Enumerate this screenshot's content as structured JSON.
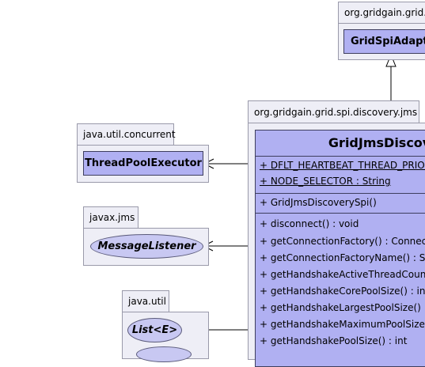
{
  "packages": {
    "top": "org.gridgain.grid.s",
    "discovery": "org.gridgain.grid.spi.discovery.jms",
    "concurrent": "java.util.concurrent",
    "jms": "javax.jms",
    "util": "java.util"
  },
  "classes": {
    "adapter": "GridSpiAdapte",
    "executor": "ThreadPoolExecutor",
    "listener": "MessageListener",
    "list": "List<E>"
  },
  "main": {
    "title": "GridJmsDiscove",
    "fields": [
      "+ DFLT_HEARTBEAT_THREAD_PRIOR",
      "+ NODE_SELECTOR : String"
    ],
    "constructors": [
      "+ GridJmsDiscoverySpi()"
    ],
    "methods": [
      "+ disconnect() : void",
      "+ getConnectionFactory() : Connectio",
      "+ getConnectionFactoryName() : Strin",
      "+ getHandshakeActiveThreadCount()",
      "+ getHandshakeCorePoolSize() : int",
      "+ getHandshakeLargestPoolSize() : in",
      "+ getHandshakeMaximumPoolSize()",
      "+ getHandshakePoolSize() : int"
    ]
  }
}
